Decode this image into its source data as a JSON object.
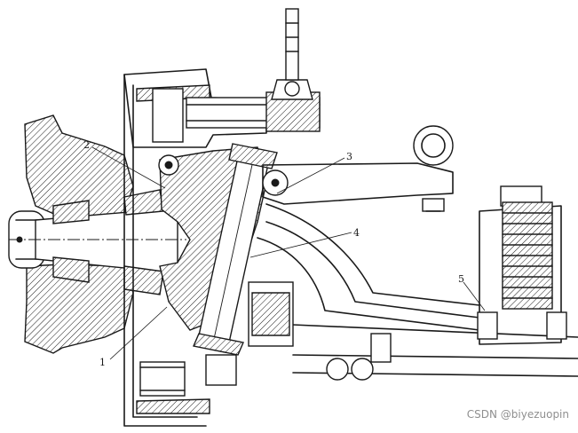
{
  "callouts": [
    {
      "id": "1",
      "text": "1"
    },
    {
      "id": "2",
      "text": "2"
    },
    {
      "id": "3",
      "text": "3"
    },
    {
      "id": "4",
      "text": "4"
    },
    {
      "id": "5",
      "text": "5"
    }
  ],
  "watermark": "CSDN @biyezuopin",
  "colors": {
    "ink": "#1a1a1a",
    "paper": "#ffffff",
    "watermark": "#8f8f8f"
  }
}
